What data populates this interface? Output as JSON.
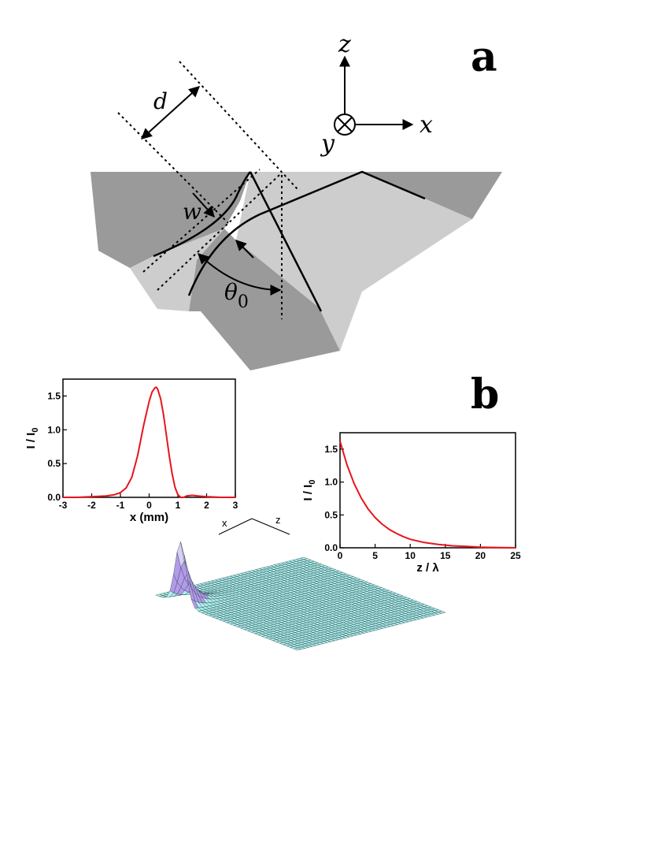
{
  "panel_a": {
    "label": "a",
    "axes": {
      "z": "z",
      "x": "x",
      "y": "y"
    },
    "labels": {
      "d": "d",
      "w": "w",
      "theta": "θ",
      "theta_sub": "0"
    }
  },
  "panel_b": {
    "label": "b",
    "surface_axes": {
      "x": "x",
      "z": "z"
    }
  },
  "colors": {
    "dark_gray": "#9a9a9a",
    "light_gray": "#cdcdcd",
    "curve_red": "#e8141c",
    "surface_fill": "#aef0ef",
    "surface_peak": "#b49aea"
  },
  "chart_data": [
    {
      "type": "line",
      "title": "",
      "xlabel": "x (mm)",
      "ylabel_main": "I / I",
      "ylabel_sub": "0",
      "xlim": [
        -3,
        3
      ],
      "ylim": [
        0,
        1.75
      ],
      "xticks": [
        -3,
        -2,
        -1,
        0,
        1,
        2,
        3
      ],
      "xtick_labels": [
        "-3",
        "-2",
        "-1",
        "0",
        "1",
        "2",
        "3"
      ],
      "yticks": [
        0,
        0.5,
        1.0,
        1.5
      ],
      "ytick_labels": [
        "0.0",
        "0.5",
        "1.0",
        "1.5"
      ],
      "grid": false,
      "series": [
        {
          "color": "#e8141c",
          "x": [
            -3,
            -2.5,
            -2,
            -1.5,
            -1.2,
            -1.0,
            -0.8,
            -0.6,
            -0.4,
            -0.2,
            0,
            0.1,
            0.2,
            0.25,
            0.3,
            0.4,
            0.5,
            0.6,
            0.7,
            0.8,
            0.9,
            1.0,
            1.1,
            1.2,
            1.3,
            1.5,
            1.7,
            2.0,
            2.5,
            3.0
          ],
          "y": [
            0.0,
            0.0,
            0.01,
            0.02,
            0.04,
            0.07,
            0.14,
            0.3,
            0.62,
            1.05,
            1.42,
            1.56,
            1.62,
            1.63,
            1.6,
            1.46,
            1.22,
            0.92,
            0.61,
            0.35,
            0.15,
            0.04,
            0.0,
            0.0,
            0.02,
            0.03,
            0.02,
            0.01,
            0.0,
            0.0
          ]
        }
      ]
    },
    {
      "type": "line",
      "title": "",
      "xlabel": "z / λ",
      "ylabel_main": "I / I",
      "ylabel_sub": "0",
      "xlim": [
        0,
        25
      ],
      "ylim": [
        0,
        1.75
      ],
      "xticks": [
        0,
        5,
        10,
        15,
        20,
        25
      ],
      "xtick_labels": [
        "0",
        "5",
        "10",
        "15",
        "20",
        "25"
      ],
      "yticks": [
        0,
        0.5,
        1.0,
        1.5
      ],
      "ytick_labels": [
        "0.0",
        "0.5",
        "1.0",
        "1.5"
      ],
      "grid": false,
      "series": [
        {
          "color": "#e8141c",
          "x": [
            0,
            1,
            2,
            3,
            4,
            5,
            6,
            7,
            8,
            9,
            10,
            12,
            14,
            16,
            18,
            20,
            22,
            25
          ],
          "y": [
            1.62,
            1.26,
            0.98,
            0.76,
            0.59,
            0.46,
            0.36,
            0.28,
            0.22,
            0.17,
            0.13,
            0.08,
            0.05,
            0.03,
            0.02,
            0.01,
            0.005,
            0.0
          ]
        }
      ]
    }
  ]
}
